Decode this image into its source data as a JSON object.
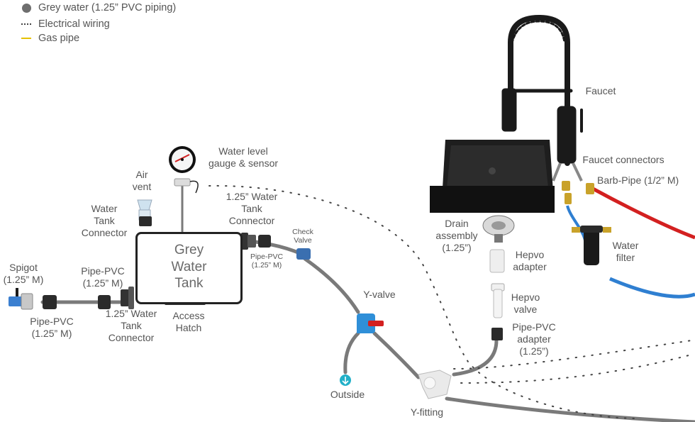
{
  "legend": {
    "grey_water": "Grey water (1.25” PVC piping)",
    "electrical": "Electrical wiring",
    "gas": "Gas pipe"
  },
  "colors": {
    "grey_pipe": "#7a7a7a",
    "wiring": "#444444",
    "gas": "#e5c100",
    "hot_line": "#d32020",
    "cold_line": "#2f7fd1",
    "tank_border": "#222222"
  },
  "labels": {
    "spigot": [
      "Spigot",
      "(1.25” M)"
    ],
    "pipe_pvc_left_bottom": [
      "Pipe-PVC",
      "(1.25” M)"
    ],
    "pipe_pvc_left_top": [
      "Pipe-PVC",
      "(1.25” M)"
    ],
    "tank_connector_bottom": [
      "1.25” Water",
      "Tank",
      "Connector"
    ],
    "tank_connector_left": [
      "Water",
      "Tank",
      "Connector"
    ],
    "air_vent": [
      "Air",
      "vent"
    ],
    "water_level": [
      "Water level",
      "gauge & sensor"
    ],
    "tank": [
      "Grey",
      "Water",
      "Tank"
    ],
    "access_hatch": [
      "Access",
      "Hatch"
    ],
    "tank_connector_right": [
      "1.25” Water",
      "Tank",
      "Connector"
    ],
    "pipe_pvc_small": [
      "Pipe-PVC",
      "(1.25” M)"
    ],
    "check_valve": [
      "Check",
      "Valve"
    ],
    "y_valve": "Y-valve",
    "outside": "Outside",
    "y_fitting": "Y-fitting",
    "faucet": "Faucet",
    "faucet_connectors": "Faucet connectors",
    "barb_pipe": "Barb-Pipe (1/2” M)",
    "water_filter": [
      "Water",
      "filter"
    ],
    "drain_assembly": [
      "Drain",
      "assembly",
      "(1.25”)"
    ],
    "hepvo_adapter": [
      "Hepvo",
      "adapter"
    ],
    "hepvo_valve": [
      "Hepvo",
      "valve"
    ],
    "pipe_pvc_adapter": [
      "Pipe-PVC",
      "adapter",
      "(1.25”)"
    ]
  }
}
